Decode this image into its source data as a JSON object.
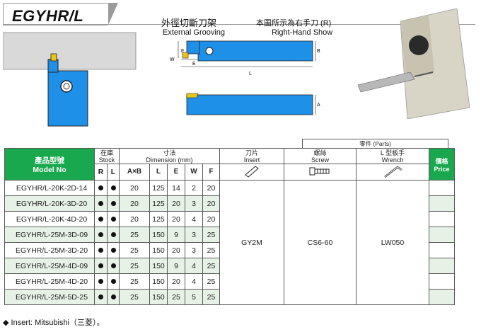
{
  "title": "EGYHR/L",
  "diagram": {
    "label_cn": "外徑切斷刀架",
    "label_en": "External Grooving",
    "hand_cn": "本圖所示為右手刀 (R)",
    "hand_en": "Right-Hand Show",
    "dim_F": "F",
    "dim_W": "W",
    "dim_E": "E",
    "dim_L": "L",
    "dim_B": "B",
    "dim_A": "A"
  },
  "table": {
    "parts_header": "零件 (Parts)",
    "model_cn": "產品型號",
    "model_en": "Model No",
    "stock_cn": "在庫",
    "stock_en": "Stock",
    "dim_cn": "寸法",
    "dim_en": "Dimension (mm)",
    "insert_cn": "刀片",
    "insert_en": "Insert",
    "screw_cn": "螺絲",
    "screw_en": "Screw",
    "wrench_cn": "L 型板手",
    "wrench_en": "Wrench",
    "price_cn": "價格",
    "price_en": "Price",
    "col_R": "R",
    "col_L": "L",
    "col_AxB": "A×B",
    "col_Lmm": "L",
    "col_E": "E",
    "col_W": "W",
    "col_F": "F",
    "insert_value": "GY2M",
    "screw_value": "CS6-60",
    "wrench_value": "LW050",
    "rows": [
      {
        "model": "EGYHR/L-20K-2D-14",
        "axb": "20",
        "l": "125",
        "e": "14",
        "w": "2",
        "f": "20"
      },
      {
        "model": "EGYHR/L-20K-3D-20",
        "axb": "20",
        "l": "125",
        "e": "20",
        "w": "3",
        "f": "20"
      },
      {
        "model": "EGYHR/L-20K-4D-20",
        "axb": "20",
        "l": "125",
        "e": "20",
        "w": "4",
        "f": "20"
      },
      {
        "model": "EGYHR/L-25M-3D-09",
        "axb": "25",
        "l": "150",
        "e": "9",
        "w": "3",
        "f": "25"
      },
      {
        "model": "EGYHR/L-25M-3D-20",
        "axb": "25",
        "l": "150",
        "e": "20",
        "w": "3",
        "f": "25"
      },
      {
        "model": "EGYHR/L-25M-4D-09",
        "axb": "25",
        "l": "150",
        "e": "9",
        "w": "4",
        "f": "25"
      },
      {
        "model": "EGYHR/L-25M-4D-20",
        "axb": "25",
        "l": "150",
        "e": "20",
        "w": "4",
        "f": "25"
      },
      {
        "model": "EGYHR/L-25M-5D-25",
        "axb": "25",
        "l": "150",
        "e": "25",
        "w": "5",
        "f": "25"
      }
    ]
  },
  "footnote": "Insert: Mitsubishi（三菱）。",
  "footnote_marker": "◆",
  "colors": {
    "accent": "#1aa84f",
    "tool_blue": "#1e90e8",
    "insert_yellow": "#e8c619"
  }
}
